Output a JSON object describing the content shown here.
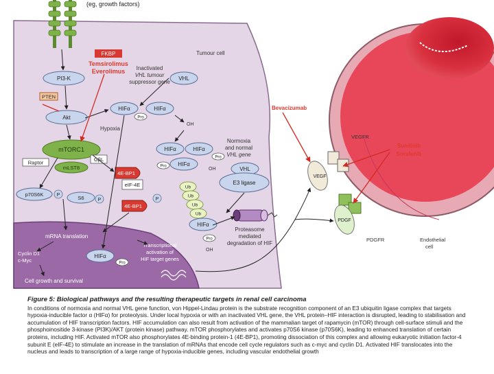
{
  "diagram": {
    "growth_factors": "(eg, growth factors)",
    "fkbp": "FKBP",
    "drug_mtor": [
      "Temsirolimus",
      "Everolimus"
    ],
    "tumour_cell": "Tumour cell",
    "pi3k": "PI3-K",
    "pten": "PTEN",
    "akt": "Akt",
    "inactivated_vhl": [
      "Inactivated",
      "VHL tumour",
      "suppressor gene"
    ],
    "vhl": "VHL",
    "hif_alpha": "HIFα",
    "pro": "Pro",
    "oh": "OH",
    "hypoxia": "Hypoxia",
    "mtorc1": "mTORC1",
    "raptor": "Raptor",
    "gbl": "GβL",
    "mlst8": "mLST8",
    "four_ebp1": "4E-BP1",
    "eif4e": "eIF-4E",
    "p70s6k": "p70S6K",
    "p": "P",
    "s6": "S6",
    "normoxia": [
      "Normoxia",
      "and normal",
      "VHL gene"
    ],
    "e3_ligase": "E3 ligase",
    "ub": "Ub",
    "vegfr": "VEGFR",
    "vegf": "VEGF",
    "pdgf": "PDGF",
    "pdgfr": "PDGFR",
    "bevacizumab": "Bevacizumab",
    "drug_tki": [
      "Sunitinib",
      "Sorafenib"
    ],
    "proteasome": [
      "Proteasome",
      "mediated",
      "degradation of HIF"
    ],
    "mrna_translation": "mRNA translation",
    "cyclin": [
      "Cyclin D1",
      "c-Myc"
    ],
    "transcription": [
      "Transcriptional",
      "activation of",
      "HIF target genes"
    ],
    "cell_growth": "Cell growth and survival",
    "endothelial": [
      "Endothelial",
      "cell"
    ]
  },
  "caption": {
    "title": "Figure 5: Biological pathways and the resulting therapeutic targets in renal cell carcinoma",
    "body": "In conditions of normoxia and normal VHL gene function, von Hippel-Lindau protein is the substrate recognition component of an E3 ubiquitin ligase complex that targets hypoxia-inducible factor α (HIFα) for proteolysis. Under local hypoxia or with an inactivated VHL gene, the VHL protein–HIF interaction is disrupted, leading to stabilisation and accumulation of HIF transcription factors. HIF accumulation can also result from activation of the mammalian target of rapamycin (mTOR) through cell-surface stimuli and the phosphoinositide 3-kinase (PI3K)/AKT (protein kinase) pathway. mTOR phosphorylates and activates p70S6 kinase (p70S6K), leading to enhanced translation of certain proteins, including HIF. Activated mTOR also phosphorylates 4E-binding protein-1 (4E-BP1), promoting dissociation of this complex and allowing eukaryotic initiation factor-4 subunit E (eIF-4E) to stimulate an increase in the translation of mRNAs that encode cell cycle regulators such as c-myc and cyclin D1. Activated HIF translocates into the nucleus and leads to transcription of a large range of hypoxia-inducible genes, including vascular endothelial growth"
  },
  "colors": {
    "cell": "#e4d6e6",
    "nucleus": "#9b6aa6",
    "vessel": "#e8475a",
    "lumen": "#c0202c",
    "receptor": "#7fb24a",
    "red_box": "#d83a32",
    "drug": "#e03a2c",
    "blue_oval": "#c9d5ec"
  }
}
